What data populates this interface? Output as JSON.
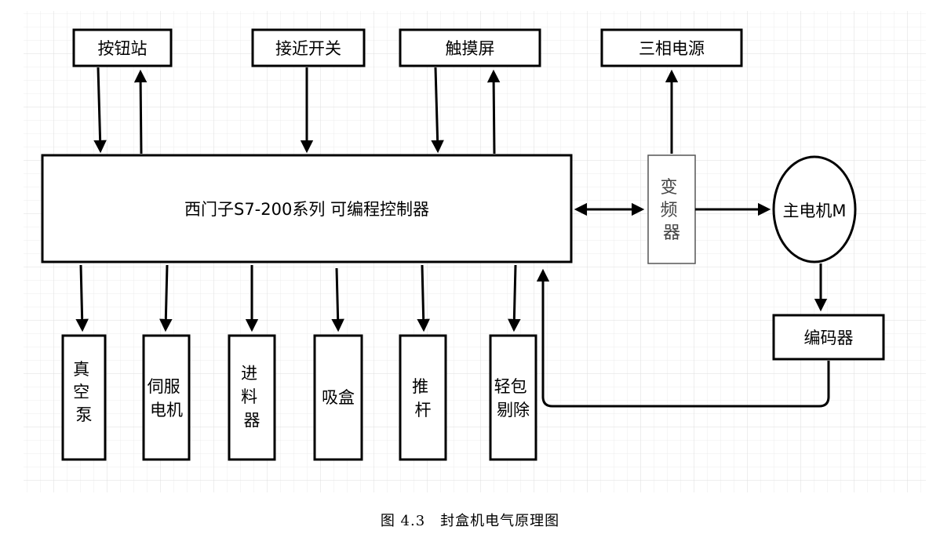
{
  "diagram": {
    "caption": "图 4.3　封盒机电气原理图",
    "controller": "西门子S7-200系列  可编程控制器",
    "top_nodes": {
      "button_station": "按钮站",
      "proximity_switch": "接近开关",
      "touch_screen": "触摸屏",
      "three_phase_power": "三相电源"
    },
    "inverter": [
      "变",
      "频",
      "器"
    ],
    "main_motor": "主电机M",
    "encoder": "编码器",
    "outputs": [
      {
        "key": "vacuum-pump",
        "lines": [
          "真",
          "空",
          "泵"
        ]
      },
      {
        "key": "servo-motor",
        "lines": [
          "伺服",
          "电机"
        ]
      },
      {
        "key": "feeder",
        "lines": [
          "进",
          "料",
          "器"
        ]
      },
      {
        "key": "suction-box",
        "lines": [
          "吸盒"
        ]
      },
      {
        "key": "push-rod",
        "lines": [
          "推",
          "杆"
        ]
      },
      {
        "key": "light-pack-reject",
        "lines": [
          "轻包",
          "剔除"
        ]
      }
    ]
  }
}
